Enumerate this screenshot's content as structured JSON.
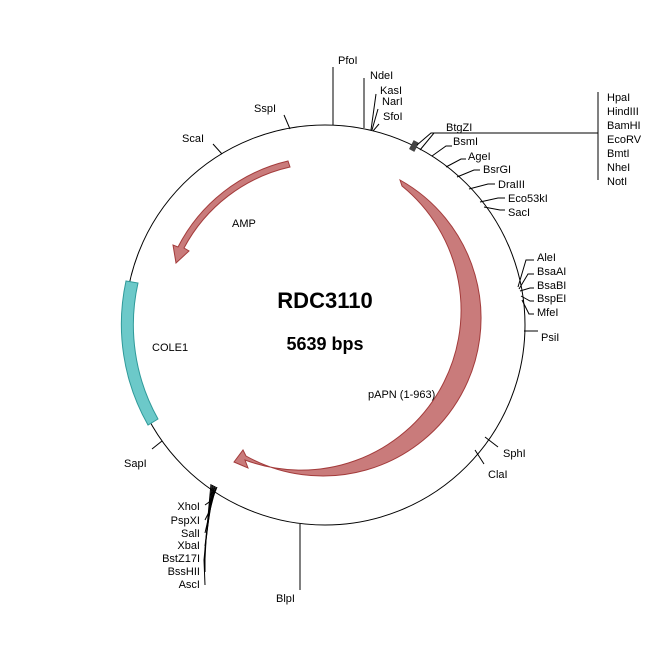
{
  "plasmid": {
    "name": "RDC3110",
    "size": "5639 bps"
  },
  "features": {
    "amp": "AMP",
    "cole1": "COLE1",
    "papn": "pAPN (1-963)"
  },
  "sites": {
    "pfoi": "PfoI",
    "ndei": "NdeI",
    "kasi": "KasI",
    "nari": "NarI",
    "sfoi": "SfoI",
    "sspi": "SspI",
    "scai": "ScaI",
    "btgzi": "BtgZI",
    "bsmi": "BsmI",
    "agei": "AgeI",
    "bsrgi": "BsrGI",
    "draiii": "DraIII",
    "eco53ki": "Eco53kI",
    "saci": "SacI",
    "hpai": "HpaI",
    "hindiii": "HindIII",
    "bamhi": "BamHI",
    "ecorv": "EcoRV",
    "bmti": "BmtI",
    "nhei": "NheI",
    "noti": "NotI",
    "alei": "AleI",
    "bsaai": "BsaAI",
    "bsabi": "BsaBI",
    "bspei": "BspEI",
    "mfei": "MfeI",
    "psii": "PsiI",
    "sphi": "SphI",
    "clai": "ClaI",
    "sapi": "SapI",
    "xhoi": "XhoI",
    "pspxi": "PspXI",
    "sali": "SalI",
    "xbai": "XbaI",
    "bstz17i": "BstZ17I",
    "bsshii": "BssHII",
    "asci": "AscI",
    "blpi": "BlpI"
  },
  "colors": {
    "backbone": "#000000",
    "arrow_fill": "#c97b7b",
    "arrow_stroke": "#a33b3b",
    "cole1_fill": "#6cc9c9",
    "cole1_stroke": "#2f9a9a",
    "marker": "#444444"
  }
}
